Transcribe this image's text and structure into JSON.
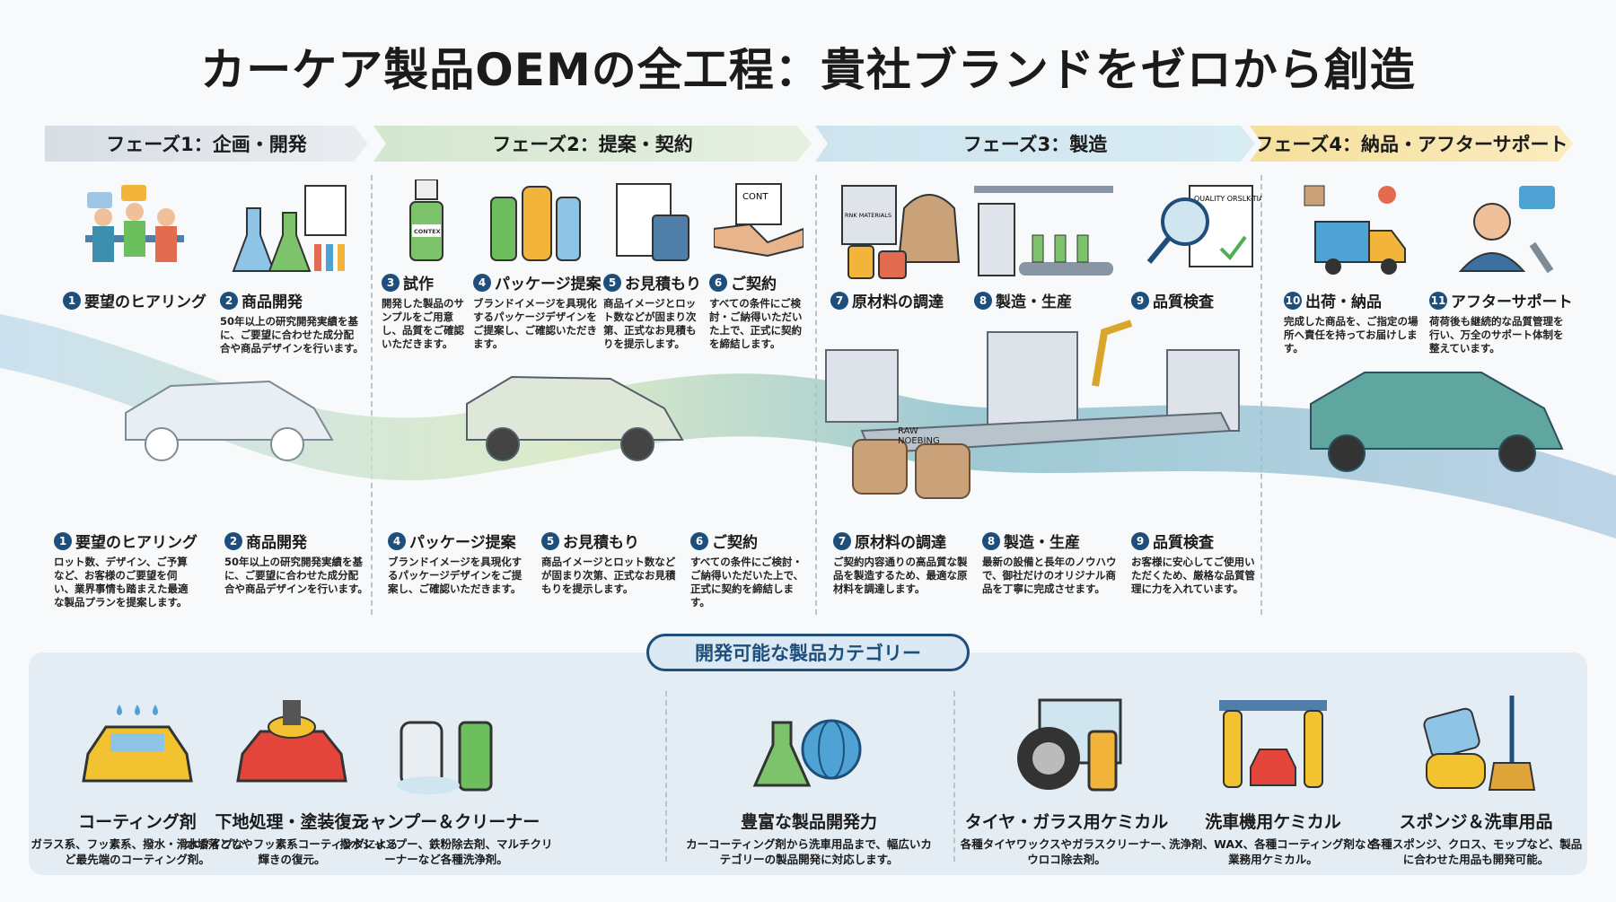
{
  "title": "カーケア製品OEMの全工程：貴社ブランドをゼロから創造",
  "phases": [
    {
      "label": "フェーズ1：企画・開発"
    },
    {
      "label": "フェーズ2：提案・契約"
    },
    {
      "label": "フェーズ3：製造"
    },
    {
      "label": "フェーズ4：納品・アフターサポート"
    }
  ],
  "steps_top": [
    {
      "num": "1",
      "label": "要望のヒアリング",
      "desc": "",
      "icon": "meeting-icon"
    },
    {
      "num": "2",
      "label": "商品開発",
      "desc": "50年以上の研究開発実績を基に、ご要望に合わせた成分配合や商品デザインを行います。",
      "icon": "lab-flask-icon"
    },
    {
      "num": "3",
      "label": "試作",
      "desc": "開発した製品のサンプルをご用意し、品質をご確認いただきます。",
      "icon": "spray-bottle-icon",
      "bottle_label": "CONTEX"
    },
    {
      "num": "4",
      "label": "パッケージ提案",
      "desc": "ブランドイメージを具現化するパッケージデザインをご提案し、ご確認いただきます。",
      "icon": "bottles-icon"
    },
    {
      "num": "5",
      "label": "お見積もり",
      "desc": "商品イメージとロット数などが固まり次第、正式なお見積もりを提示します。",
      "icon": "calculator-icon"
    },
    {
      "num": "6",
      "label": "ご契約",
      "desc": "すべての条件にご検討・ご納得いただいた上で、正式に契約を締結します。",
      "icon": "handshake-icon",
      "doc_label": "CONT"
    },
    {
      "num": "7",
      "label": "原材料の調達",
      "desc": "",
      "icon": "materials-icon",
      "bag_label": "RNK MATERIALS"
    },
    {
      "num": "8",
      "label": "製造・生産",
      "desc": "",
      "icon": "factory-line-icon"
    },
    {
      "num": "9",
      "label": "品質検査",
      "desc": "",
      "icon": "quality-check-icon",
      "doc_label": "QUALITY ORSLK-TIALS"
    },
    {
      "num": "10",
      "label": "出荷・納品",
      "desc": "完成した商品を、ご指定の場所へ責任を持ってお届けします。",
      "icon": "delivery-truck-icon"
    },
    {
      "num": "11",
      "label": "アフターサポート",
      "desc": "荷荷後も継続的な品質管理を行い、万全のサポート体制を整えています。",
      "icon": "support-operator-icon"
    }
  ],
  "steps_bottom": [
    {
      "num": "1",
      "label": "要望のヒアリング",
      "desc": "ロット数、デザイン、ご予算など、お客様のご要望を伺い、業界事情も踏まえた最適な製品プランを提案します。"
    },
    {
      "num": "2",
      "label": "商品開発",
      "desc": "50年以上の研究開発実績を基に、ご要望に合わせた成分配合や商品デザインを行います。"
    },
    {
      "num": "4",
      "label": "パッケージ提案",
      "desc": "ブランドイメージを具現化するパッケージデザインをご提案し、ご確認いただきます。"
    },
    {
      "num": "5",
      "label": "お見積もり",
      "desc": "商品イメージとロット数などが固まり次第、正式なお見積もりを提示します。"
    },
    {
      "num": "6",
      "label": "ご契約",
      "desc": "すべての条件にご検討・ご納得いただいた上で、正式に契約を締結します。"
    },
    {
      "num": "7",
      "label": "原材料の調達",
      "desc": "ご契約内容通りの高品質な製品を製造するため、最適な原材料を調達します。"
    },
    {
      "num": "8",
      "label": "製造・生産",
      "desc": "最新の設備と長年のノウハウで、御社だけのオリジナル商品を丁寧に完成させます。"
    },
    {
      "num": "9",
      "label": "品質検査",
      "desc": "お客様に安心してご使用いただくため、厳格な品質管理に力を入れています。"
    }
  ],
  "illustration": {
    "sack_label": "RAW NOEBING"
  },
  "categories": {
    "header": "開発可能な製品カテゴリー",
    "items": [
      {
        "title": "コーティング剤",
        "desc": "ガラス系、フッ素系、撥水・滑水タイプなど最先端のコーティング剤。",
        "icon": "coated-car-icon"
      },
      {
        "title": "下地処理・塗装復元",
        "desc": "水垢落としやフッ素系コーティングによる輝きの復元。",
        "icon": "polisher-car-icon"
      },
      {
        "title": "シャンプー＆クリーナー",
        "desc": "撥水シャンプー、鉄粉除去剤、マルチクリーナーなど各種洗浄剤。",
        "icon": "foam-sprayer-icon"
      },
      {
        "title": "豊富な製品開発力",
        "desc": "カーコーティング剤から洗車用品まで、幅広いカテゴリーの製品開発に対応します。",
        "icon": "flask-globe-icon"
      },
      {
        "title": "タイヤ・ガラス用ケミカル",
        "desc": "各種タイヤワックスやガラスクリーナー、ウロコ除去剤。",
        "icon": "tire-spray-icon"
      },
      {
        "title": "洗車機用ケミカル",
        "desc": "洗浄剤、WAX、各種コーティング剤など業務用ケミカル。",
        "icon": "car-wash-icon"
      },
      {
        "title": "スポンジ＆洗車用品",
        "desc": "各種スポンジ、クロス、モップなど、製品に合わせた用品も開発可能。",
        "icon": "sponge-mop-icon"
      }
    ]
  },
  "colors": {
    "accent": "#1e4e7c",
    "phase1": "#d6dde4",
    "phase2": "#d4e6cf",
    "phase3": "#cde4ee",
    "phase4": "#f5df9c"
  }
}
